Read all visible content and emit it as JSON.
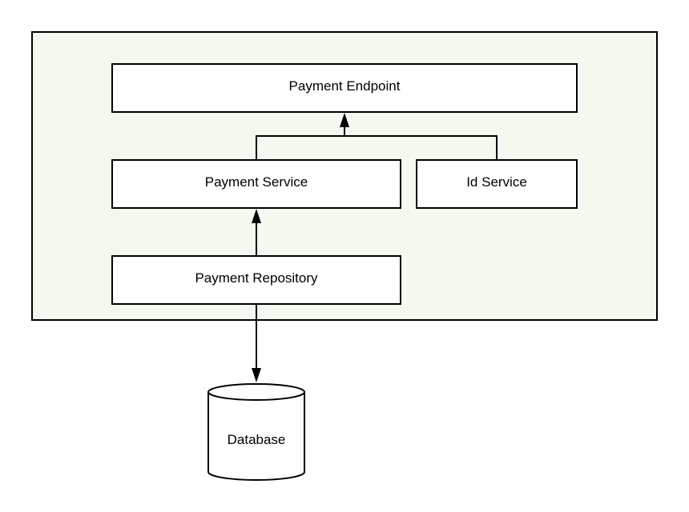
{
  "diagram": {
    "colors": {
      "container_fill": "#f4f9f0",
      "container_stroke": "#000000",
      "node_fill": "#ffffff",
      "node_stroke": "#000000",
      "edge_stroke": "#000000"
    },
    "nodes": {
      "payment_endpoint": {
        "label": "Payment Endpoint"
      },
      "payment_service": {
        "label": "Payment Service"
      },
      "id_service": {
        "label": "Id Service"
      },
      "payment_repository": {
        "label": "Payment Repository"
      },
      "database": {
        "label": "Database",
        "shape": "cylinder"
      }
    },
    "edges": [
      {
        "from": "payment_service",
        "to": "payment_endpoint",
        "arrow": "end"
      },
      {
        "from": "id_service",
        "to": "payment_endpoint",
        "arrow": "end"
      },
      {
        "from": "payment_repository",
        "to": "payment_service",
        "arrow": "end"
      },
      {
        "from": "payment_repository",
        "to": "database",
        "arrow": "end"
      }
    ]
  }
}
